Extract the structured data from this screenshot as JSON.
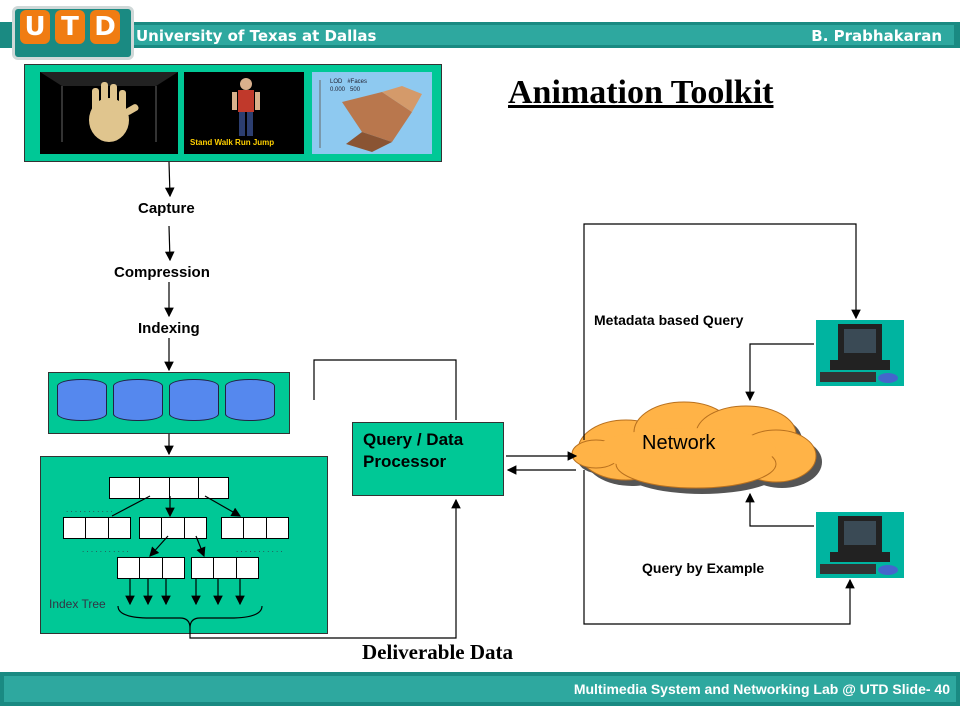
{
  "header": {
    "logo_letters": [
      "U",
      "T",
      "D"
    ],
    "university": "University of Texas at Dallas",
    "author": "B. Prabhakaran"
  },
  "title": "Animation Toolkit",
  "images": {
    "frame2_caption": "Stand  Walk  Run  Jump",
    "frame3_text": "LOD   #Faces\n0.000   500"
  },
  "pipeline": {
    "capture": "Capture",
    "compression": "Compression",
    "indexing": "Indexing"
  },
  "index_tree_label": "Index Tree",
  "query_processor": "Query / Data Processor",
  "network": "Network",
  "metadata_query": "Metadata based Query",
  "query_by_example": "Query by Example",
  "deliverable": "Deliverable Data",
  "footer": {
    "text": "Multimedia System and Networking Lab @ UTD  Slide- 40"
  }
}
